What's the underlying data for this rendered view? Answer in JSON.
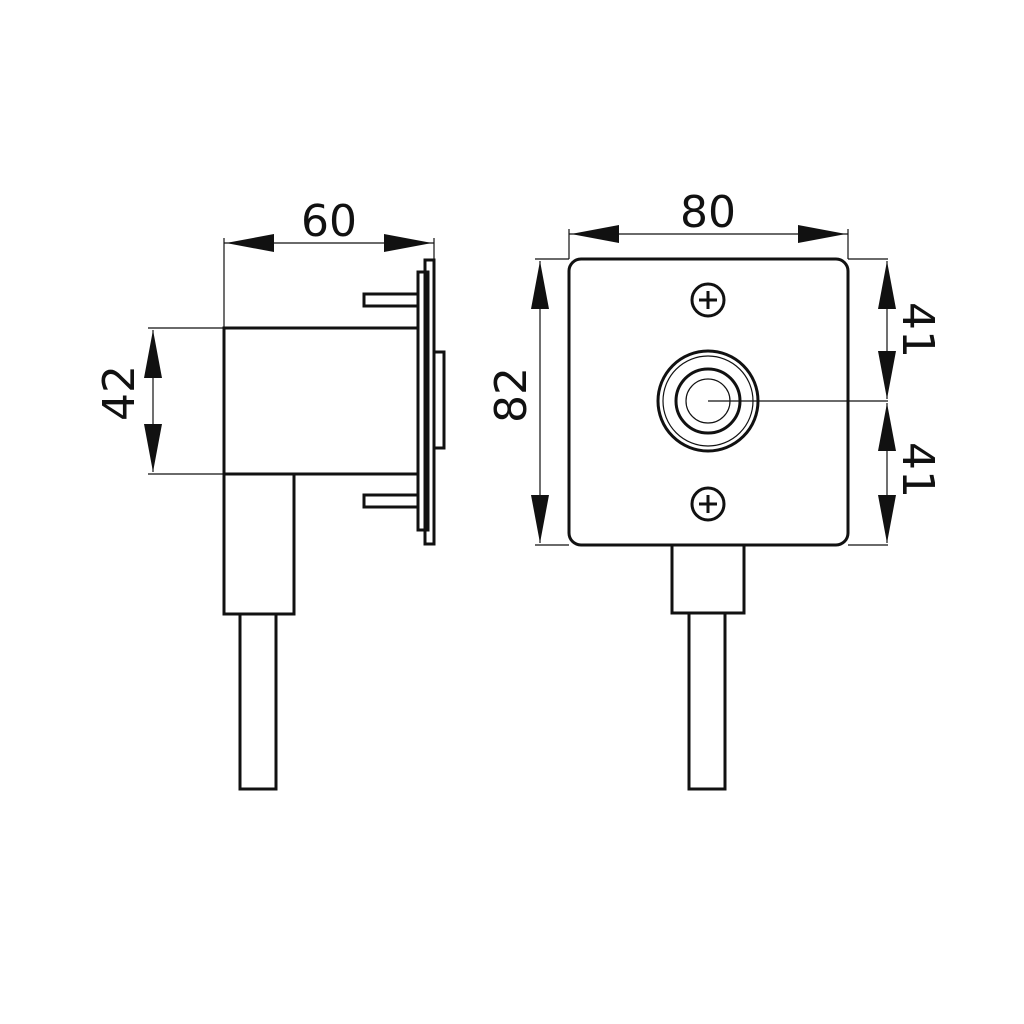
{
  "dimensions": {
    "side_width": "60",
    "side_height": "42",
    "front_width": "80",
    "front_height": "82",
    "front_upper": "41",
    "front_lower": "41"
  },
  "views": [
    "side-view",
    "front-view"
  ],
  "line_color": "#111111",
  "background": "#ffffff"
}
